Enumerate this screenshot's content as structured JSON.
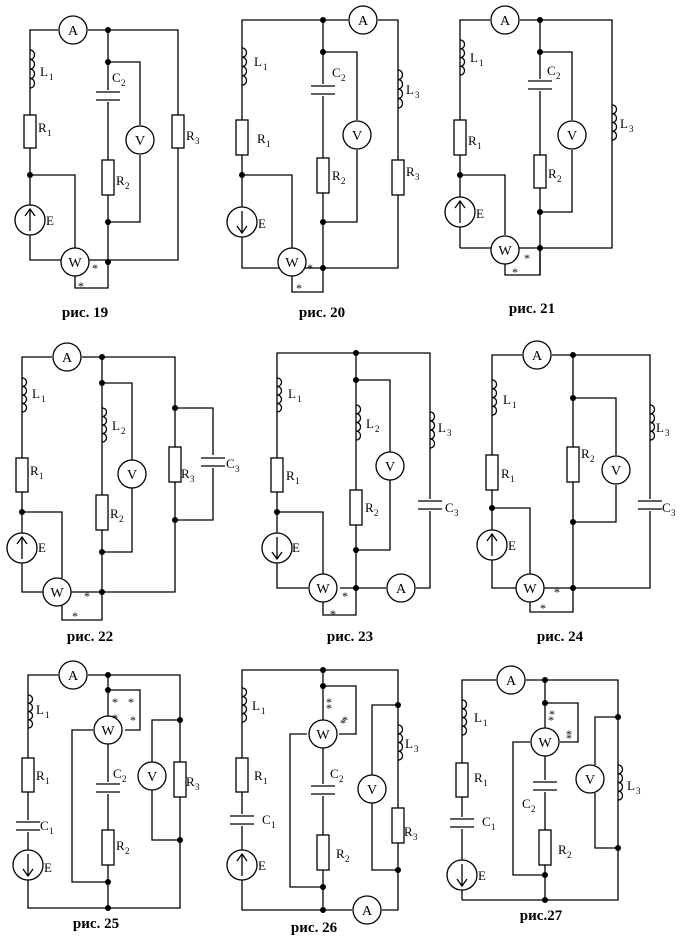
{
  "labels": {
    "L1": "L",
    "L2": "L",
    "L3": "L",
    "R1": "R",
    "R2": "R",
    "R3": "R",
    "C1": "C",
    "C2": "C",
    "C3": "C",
    "s1": "1",
    "s2": "2",
    "s3": "3",
    "E": "E",
    "A": "A",
    "V": "V",
    "W": "W",
    "star": "*"
  },
  "figures": [
    {
      "caption": "рис. 19"
    },
    {
      "caption": "рис. 20"
    },
    {
      "caption": "рис. 21"
    },
    {
      "caption": "рис. 22"
    },
    {
      "caption": "рис. 23"
    },
    {
      "caption": "рис. 24"
    },
    {
      "caption": "рис. 25"
    },
    {
      "caption": "рис. 26"
    },
    {
      "caption": "рис.27"
    }
  ]
}
